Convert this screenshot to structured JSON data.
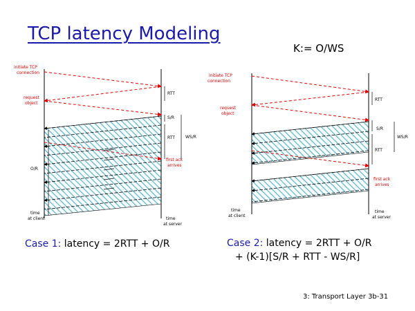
{
  "slide": {
    "title": "TCP latency Modeling",
    "k_definition": "K:= O/WS",
    "footer": "3: Transport Layer  3b-31"
  },
  "case1": {
    "caption_case": "Case 1:",
    "caption_text": " latency = 2RTT + O/R",
    "labels": {
      "initiate": [
        "initiate TCP",
        "connection"
      ],
      "request": [
        "request",
        "object"
      ],
      "first_ack": [
        "first ack",
        "arrives"
      ],
      "o_over_r": "O/R",
      "time_client": [
        "time",
        "at client"
      ],
      "time_server": [
        "time",
        "at server"
      ],
      "rtt_top": "RTT",
      "s_over_r": "S/R",
      "rtt_mid": "RTT",
      "ws_over_r": "WS/R"
    }
  },
  "case2": {
    "caption_case": "Case 2:",
    "caption_line1": " latency = 2RTT + O/R",
    "caption_line2": "+ (K-1)[S/R + RTT - WS/R]",
    "labels": {
      "initiate": [
        "initiate TCP",
        "connection"
      ],
      "request": [
        "request",
        "object"
      ],
      "first_ack": [
        "first ack",
        "arrives"
      ],
      "time_client": [
        "time",
        "at client"
      ],
      "time_server": [
        "time",
        "at server"
      ],
      "rtt_top": "RTT",
      "s_over_r": "S/R",
      "rtt_mid": "RTT",
      "ws_over_r": "WS/R"
    }
  },
  "colors": {
    "title": "#1a1aaa",
    "handshake": "#e00000",
    "window_fill": "#56b8d0",
    "data_line": "#000000"
  }
}
